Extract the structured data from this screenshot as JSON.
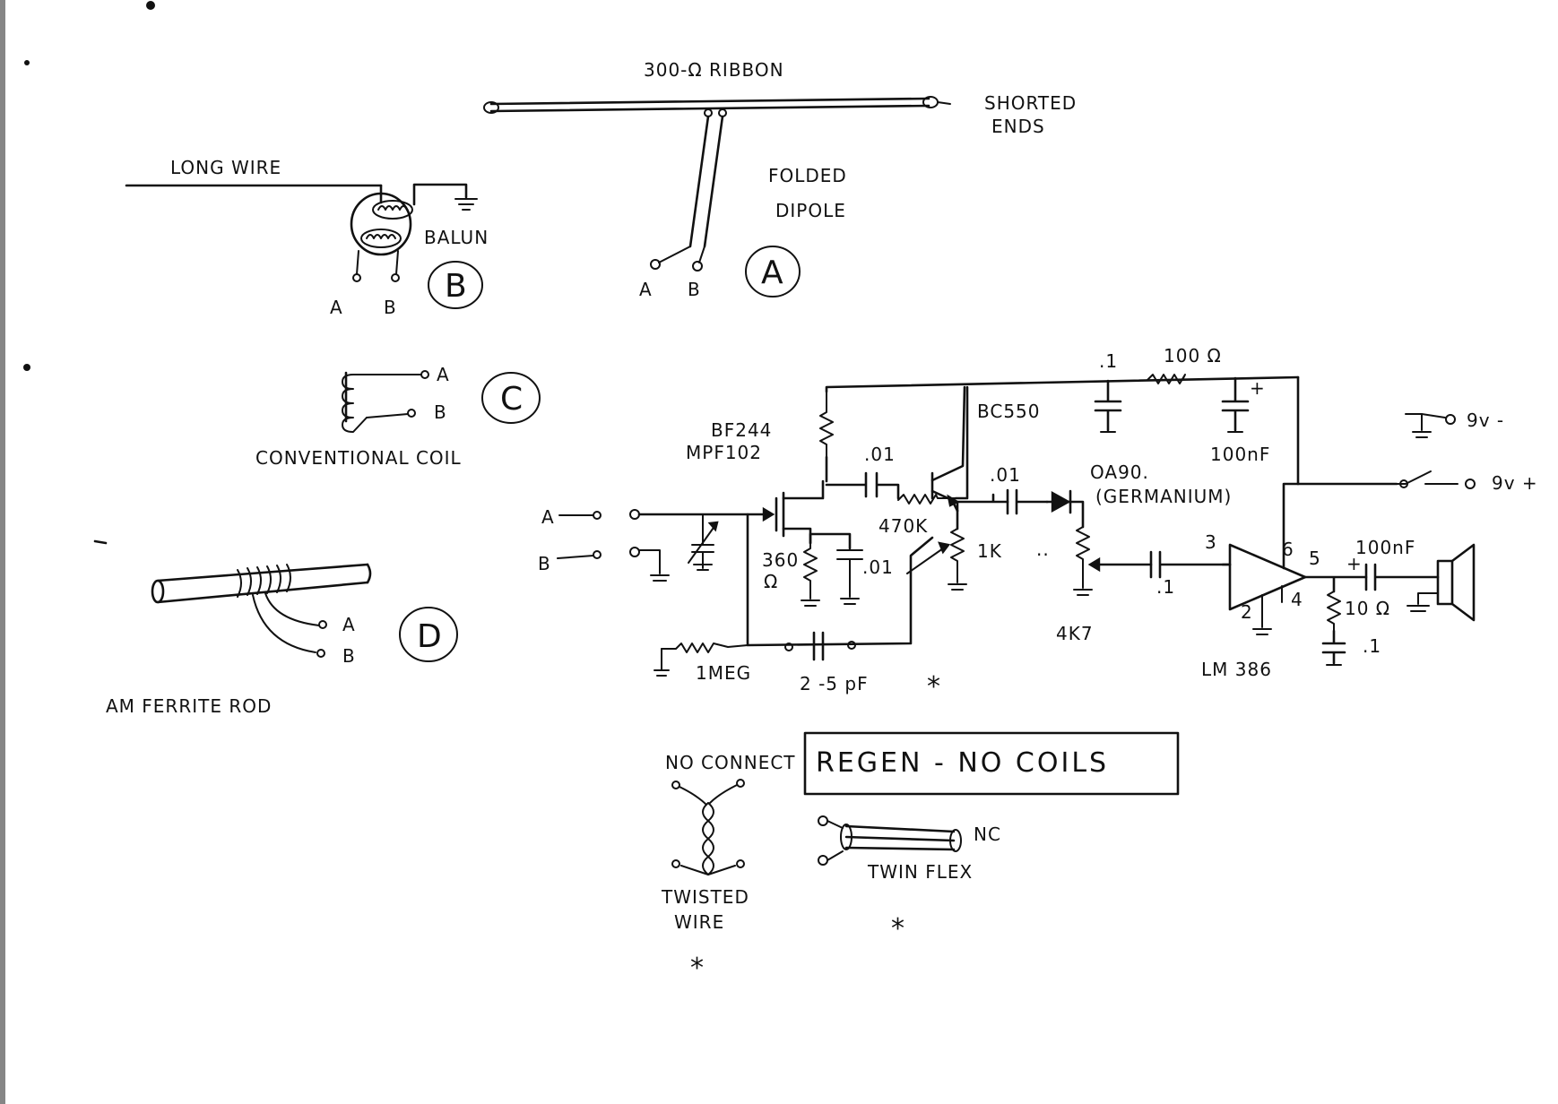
{
  "antenna_a": {
    "ribbon_label": "300-Ω RIBBON",
    "ends_label_1": "SHORTED",
    "ends_label_2": "ENDS",
    "name_1": "FOLDED",
    "name_2": "DIPOLE",
    "term_a": "A",
    "term_b": "B",
    "badge": "A"
  },
  "antenna_b": {
    "wire_label": "LONG WIRE",
    "balun_label": "BALUN",
    "term_a": "A",
    "term_b": "B",
    "badge": "B"
  },
  "antenna_c": {
    "term_a": "A",
    "term_b": "B",
    "badge": "C",
    "caption": "CONVENTIONAL COIL"
  },
  "antenna_d": {
    "term_a": "A",
    "term_b": "B",
    "badge": "D",
    "caption": "AM FERRITE ROD"
  },
  "circuit": {
    "input_a": "A",
    "input_b": "B",
    "fet_1": "BF244",
    "fet_2": "MPF102",
    "transistor": "BC550",
    "c_001_a": ".01",
    "c_001_b": ".01",
    "c_001_c": ".01",
    "r_470k": "470K",
    "r_1k": "1K",
    "r_360": "360",
    "ohm": "Ω",
    "cap_top": ".1",
    "r_100": "100 Ω",
    "c_100n_top": "100nF",
    "diode_1": "OA90.",
    "diode_2": "(GERMANIUM)",
    "pot": "4K7",
    "c_01_in": ".1",
    "r_1meg": "1MEG",
    "trimmer": "2 -5 pF",
    "star": "*",
    "amp": "LM 386",
    "pin_3": "3",
    "pin_6": "6",
    "pin_5": "5",
    "pin_2": "2",
    "pin_4": "4",
    "c_100n_out": "100nF",
    "r_10": "10 Ω",
    "c_01_out": ".1",
    "neg_supply": "9v -",
    "pos_supply": "9v +"
  },
  "title_box": {
    "title": "REGEN - NO COILS"
  },
  "feedback": {
    "no_connect": "NO CONNECT",
    "twisted_1": "TWISTED",
    "twisted_2": "WIRE",
    "nc": "NC",
    "twin_flex": "TWIN FLEX",
    "star_1": "*",
    "star_2": "*"
  }
}
